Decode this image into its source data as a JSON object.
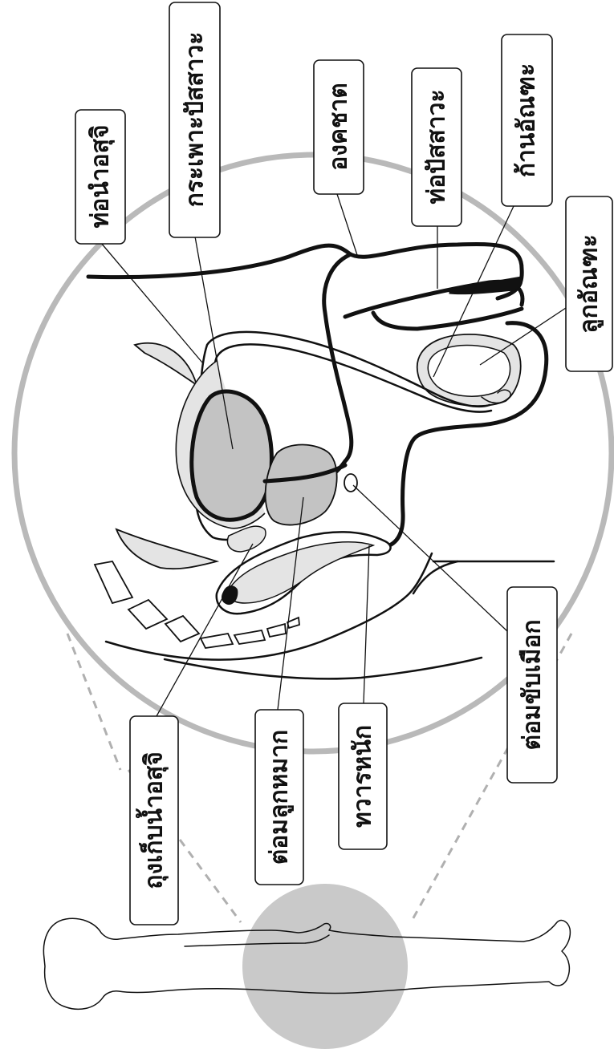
{
  "colors": {
    "ring": "#b9b9b9",
    "organ_fill": "#c3c3c3",
    "bone_fill": "#e4e4e4",
    "body_spot": "#c9c9c9",
    "line": "#111111"
  },
  "labels": {
    "ureter": "ท่อนำอสุจิ",
    "bladder": "กระเพาะปัสสาวะ",
    "penis": "องคชาต",
    "urethra": "ท่อปัสสาวะ",
    "epididymis": "ก้านอัณฑะ",
    "testis": "ลูกอัณฑะ",
    "seminal_vesicle": "ถุงเก็บน้ำอสุจิ",
    "prostate": "ต่อมลูกหมาก",
    "anus": "ทวารหนัก",
    "cowper_gland": "ต่อมขับเมือก"
  }
}
